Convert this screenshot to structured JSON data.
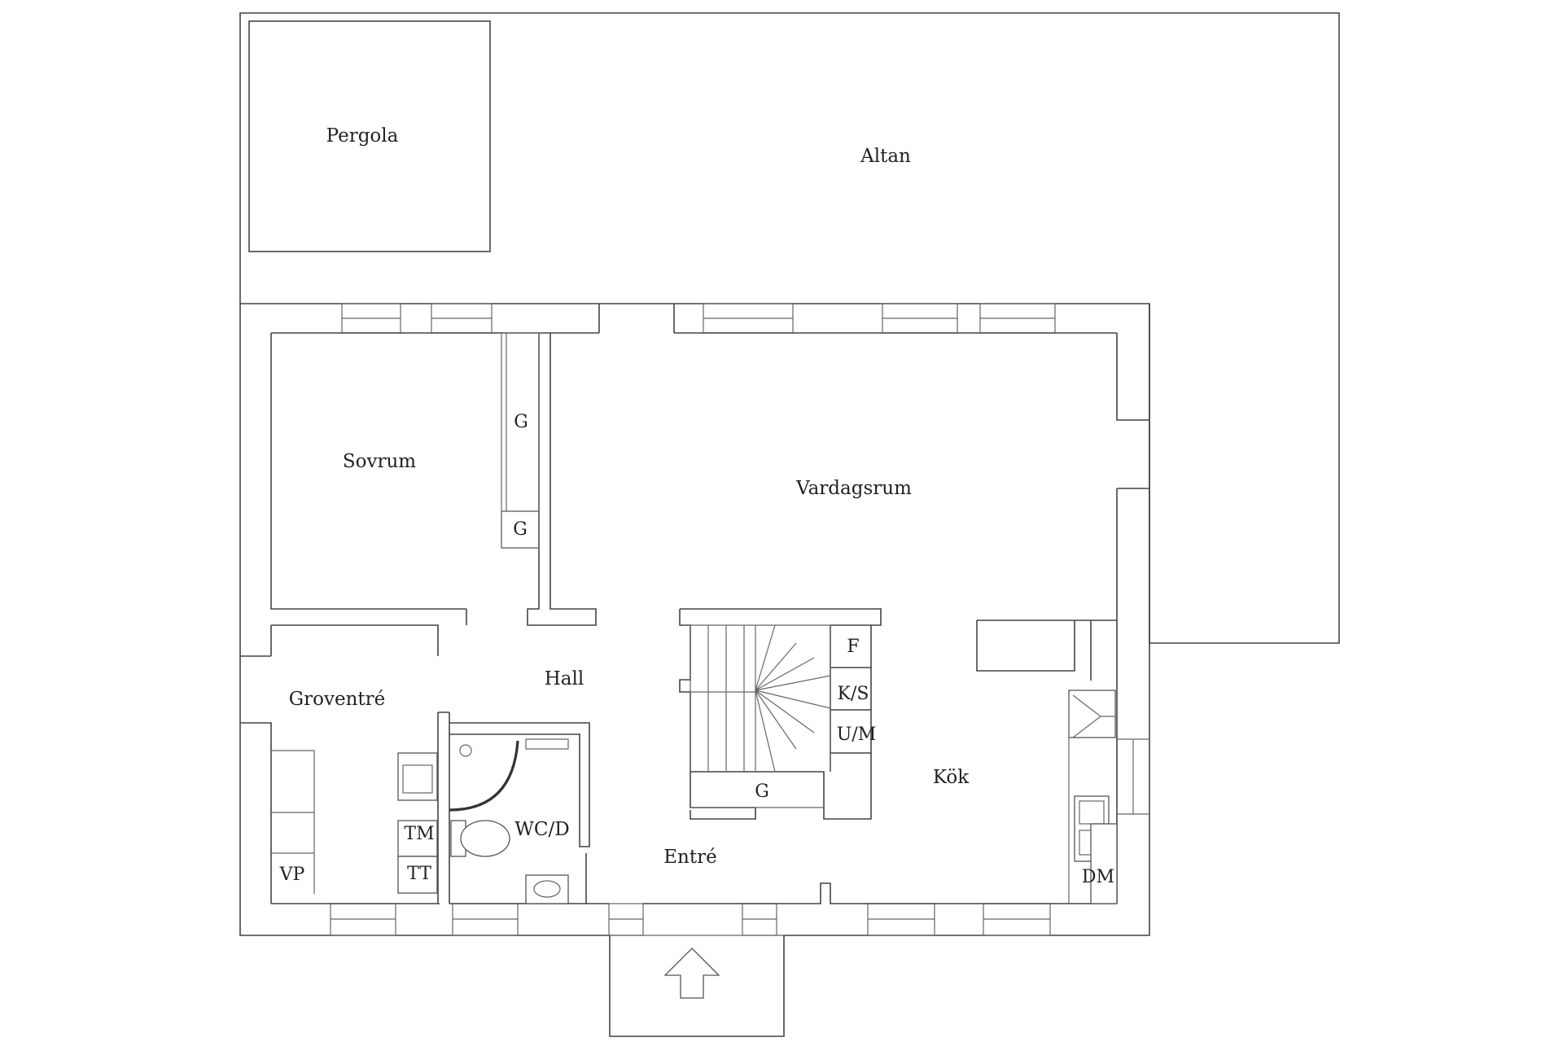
{
  "floor_plan": {
    "rooms": {
      "pergola": "Pergola",
      "altan": "Altan",
      "sovrum": "Sovrum",
      "vardagsrum": "Vardagsrum",
      "hall": "Hall",
      "groventre": "Groventré",
      "wc_d": "WC/D",
      "entre": "Entré",
      "kok": "Kök"
    },
    "symbols": {
      "g_wardrobe_upper": "G",
      "g_wardrobe_lower": "G",
      "g_stair": "G",
      "f": "F",
      "ks": "K/S",
      "um": "U/M",
      "tm": "TM",
      "tt": "TT",
      "vp": "VP",
      "dm": "DM"
    }
  }
}
